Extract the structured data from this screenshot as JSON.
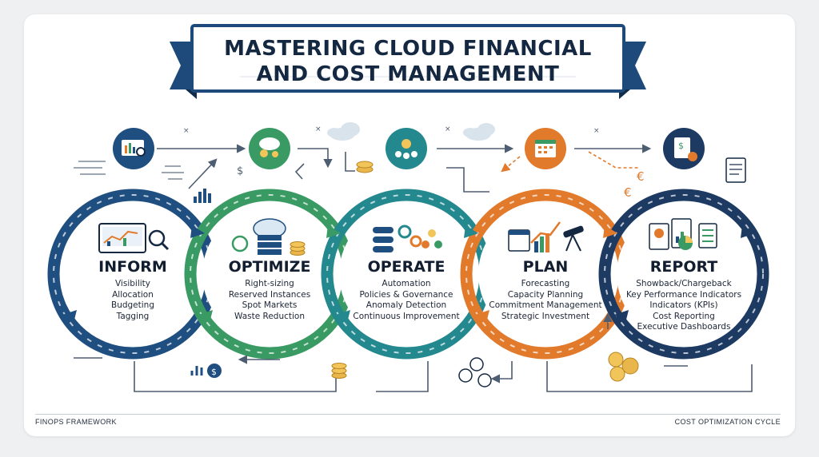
{
  "title": {
    "line1": "MASTERING CLOUD FINANCIAL",
    "line2": "AND COST MANAGEMENT"
  },
  "stages": [
    {
      "name": "INFORM",
      "color": "#1f4f80",
      "icon": "analytics-dashboard-icon",
      "items": [
        "Visibility",
        "Allocation",
        "Budgeting",
        "Tagging"
      ]
    },
    {
      "name": "OPTIMIZE",
      "color": "#3a9a63",
      "icon": "cloud-gears-icon",
      "items": [
        "Right-sizing",
        "Reserved Instances",
        "Spot Markets",
        "Waste Reduction"
      ]
    },
    {
      "name": "OPERATE",
      "color": "#24888f",
      "icon": "team-gears-icon",
      "items": [
        "Automation",
        "Policies & Governance",
        "Anomaly Detection",
        "Continuous Improvement"
      ]
    },
    {
      "name": "PLAN",
      "color": "#e27a2c",
      "icon": "calendar-telescope-icon",
      "items": [
        "Forecasting",
        "Capacity Planning",
        "Commitment Management",
        "Strategic Investment"
      ]
    },
    {
      "name": "REPORT",
      "color": "#1d3a63",
      "icon": "report-documents-icon",
      "items": [
        "Showback/Chargeback",
        "Key Performance Indicators",
        "Indicators (KPIs)",
        "Cost Reporting",
        "Executive Dashboards"
      ]
    }
  ],
  "footer": {
    "left": "FINOPS FRAMEWORK",
    "right": "COST OPTIMIZATION CYCLE"
  },
  "colors": {
    "banner_ribbon": "#1d4a7a",
    "title_text": "#142842",
    "connector": "#5a6b80"
  }
}
